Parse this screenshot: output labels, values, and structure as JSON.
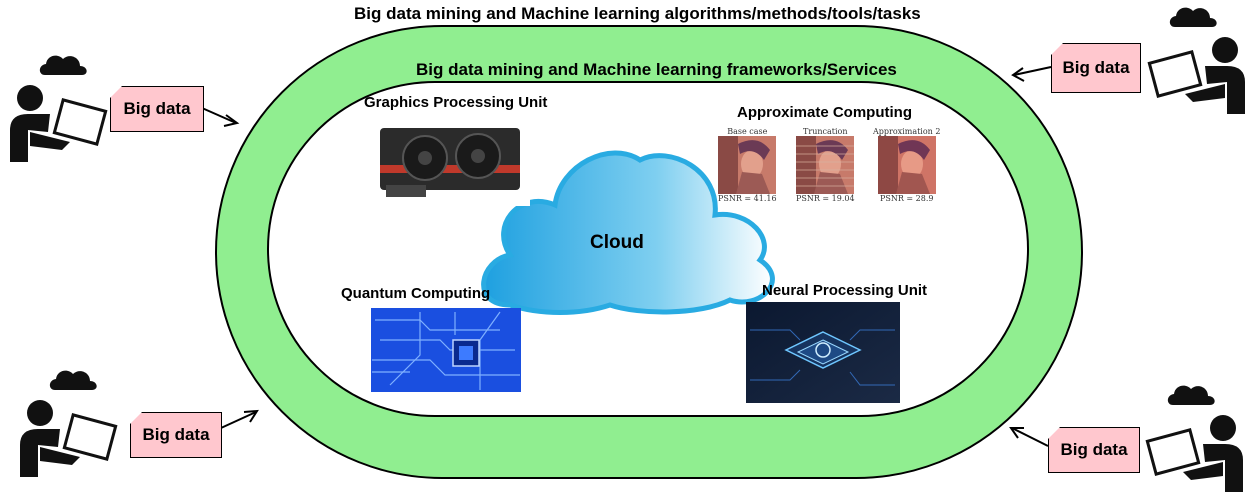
{
  "outer_title": "Big data mining and Machine learning algorithms/methods/tools/tasks",
  "inner_title": "Big data mining and Machine learning frameworks/Services",
  "center_label": "Cloud",
  "components": {
    "gpu": "Graphics Processing Unit",
    "approx": "Approximate Computing",
    "quantum": "Quantum Computing",
    "npu": "Neural Processing Unit"
  },
  "approx_images": [
    {
      "caption": "Base case",
      "psnr": "PSNR = 41.16"
    },
    {
      "caption": "Truncation",
      "psnr": "PSNR = 19.04"
    },
    {
      "caption": "Approximation 2",
      "psnr": "PSNR = 28.9"
    }
  ],
  "big_data_label": "Big data",
  "colors": {
    "ring": "#90ee90",
    "big_data_fill": "#ffc7ce",
    "cloud": "#29abe2",
    "quantum": "#1a4fe0"
  }
}
